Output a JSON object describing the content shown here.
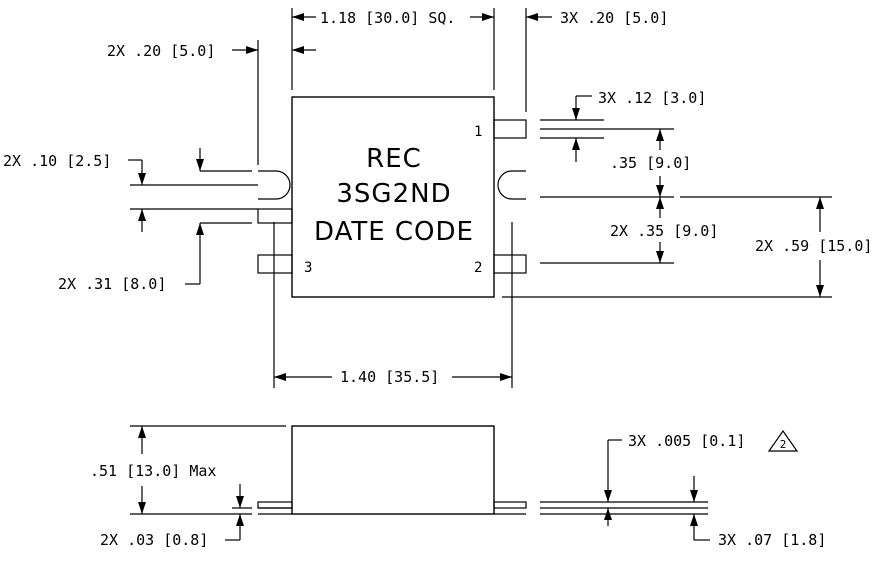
{
  "body_text": {
    "line1": "REC",
    "line2": "3SG2ND",
    "line3": "DATE CODE"
  },
  "pins": {
    "pin1": "1",
    "pin2": "2",
    "pin3": "3"
  },
  "dimensions": {
    "body_square": "1.18 [30.0] SQ.",
    "pad_width_right": "3X .20 [5.0]",
    "pad_width_left": "2X .20 [5.0]",
    "pad_height": "3X .12 [3.0]",
    "pin_pitch_top": ".35 [9.0]",
    "pin_pitch": "2X .35 [9.0]",
    "overall_height": "2X .59 [15.0]",
    "notch_height": "2X .10 [2.5]",
    "left_span": "2X .31 [8.0]",
    "overall_width": "1.40 [35.5]",
    "max_height": ".51 [13.0] Max",
    "standoff": "2X .03 [0.8]",
    "coplanarity": "3X .005 [0.1]",
    "coplanarity_note": "2",
    "lead_thickness": "3X .07 [1.8]"
  },
  "colors": {
    "line": "#000000",
    "background": "#ffffff"
  }
}
